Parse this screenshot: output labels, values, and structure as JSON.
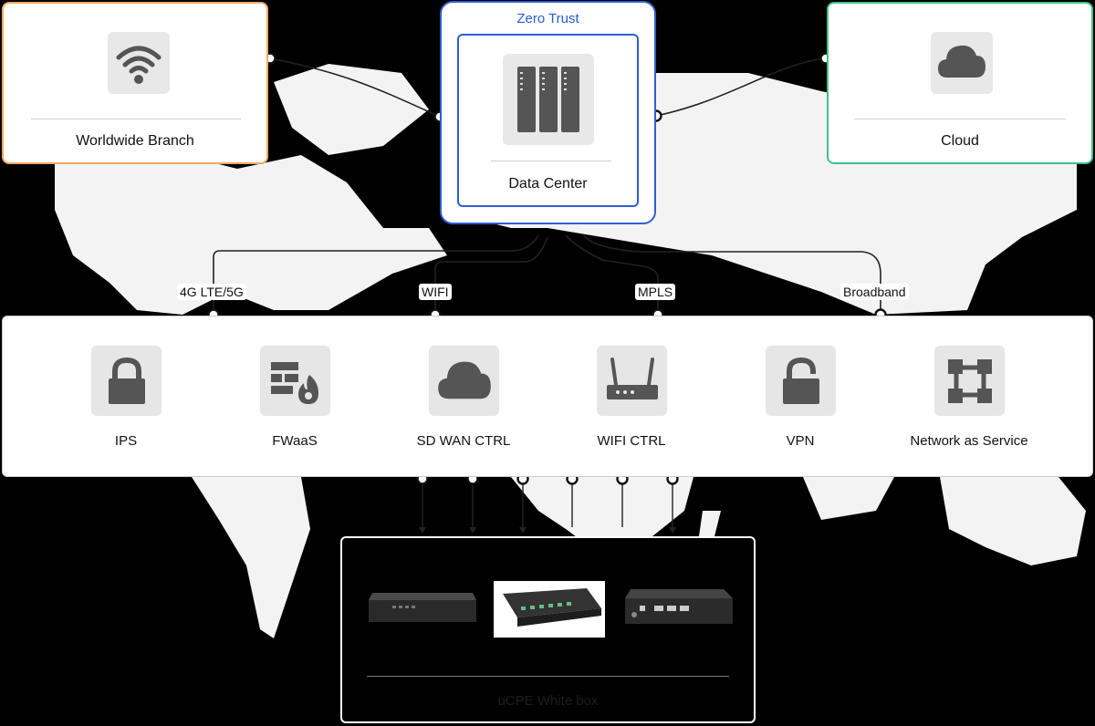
{
  "title": "Zero Trust",
  "top": {
    "branch_label": "Worldwide Branch",
    "datacenter_label": "Data Center",
    "cloud_label": "Cloud"
  },
  "connections": [
    {
      "label": "4G LTE/5G"
    },
    {
      "label": "WIFI"
    },
    {
      "label": "MPLS"
    },
    {
      "label": "Broadband"
    }
  ],
  "services": [
    {
      "label": "IPS",
      "icon": "lock-icon"
    },
    {
      "label": "FWaaS",
      "icon": "firewall-icon"
    },
    {
      "label": "SD WAN CTRL",
      "icon": "cloud-icon"
    },
    {
      "label": "WIFI CTRL",
      "icon": "router-icon"
    },
    {
      "label": "VPN",
      "icon": "unlock-icon"
    },
    {
      "label": "Network as Service",
      "icon": "network-icon"
    }
  ],
  "ucpe": {
    "label": "uCPE White box",
    "devices": [
      "device-black-switch",
      "device-white-panel-router",
      "device-rack-router"
    ]
  },
  "colors": {
    "branch_border": "#f0a860",
    "cloud_border": "#3cc388",
    "zerotrust_border": "#2f5fd0",
    "icon_gray": "#555555",
    "background": "#000000"
  }
}
